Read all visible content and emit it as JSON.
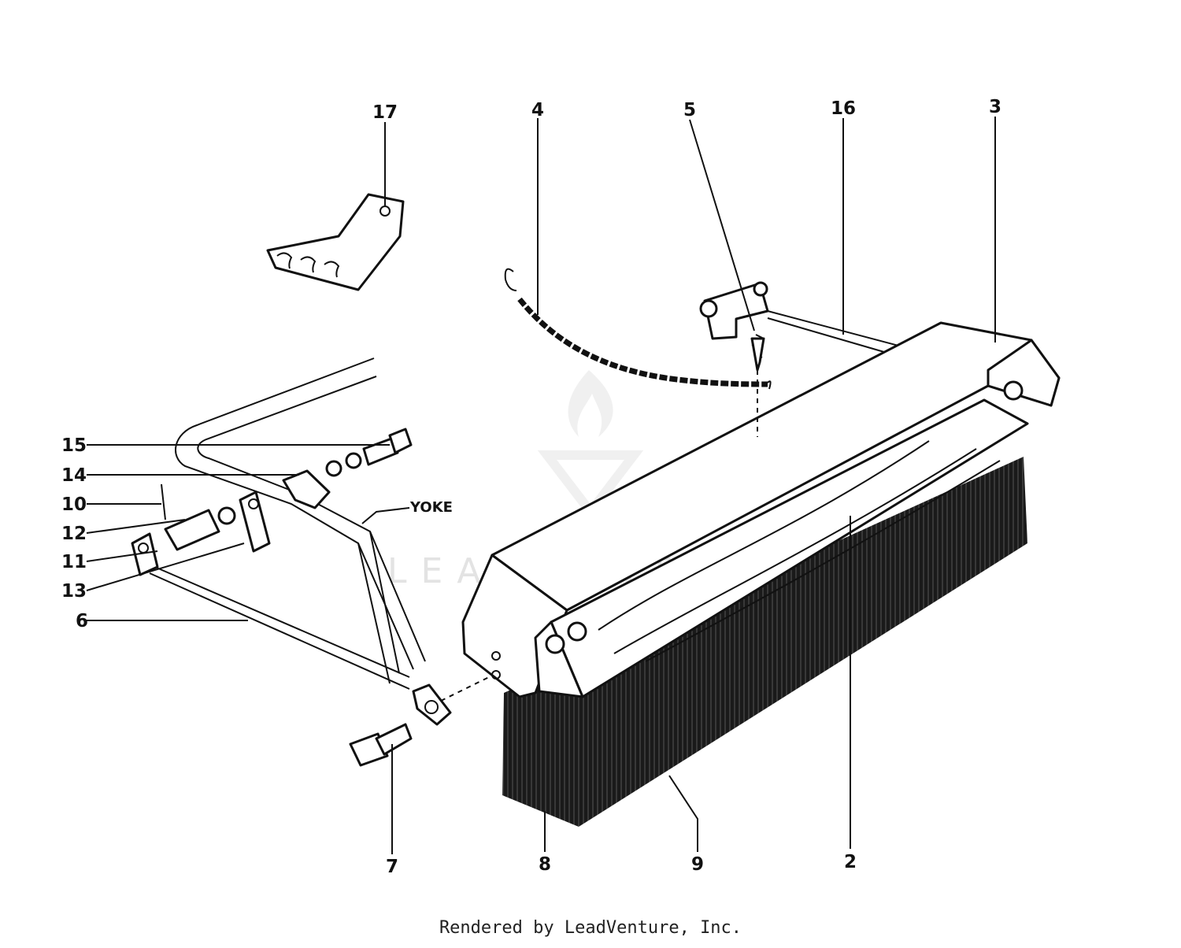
{
  "labels": {
    "l17": "17",
    "l4": "4",
    "l5": "5",
    "l16": "16",
    "l3": "3",
    "l15": "15",
    "l14": "14",
    "l10": "10",
    "l12": "12",
    "l11": "11",
    "l13": "13",
    "l6": "6",
    "l7": "7",
    "l8": "8",
    "l9": "9",
    "l2": "2",
    "yoke": "YOKE"
  },
  "watermark": "LEADVENTURE",
  "footer": "Rendered by LeadVenture, Inc."
}
